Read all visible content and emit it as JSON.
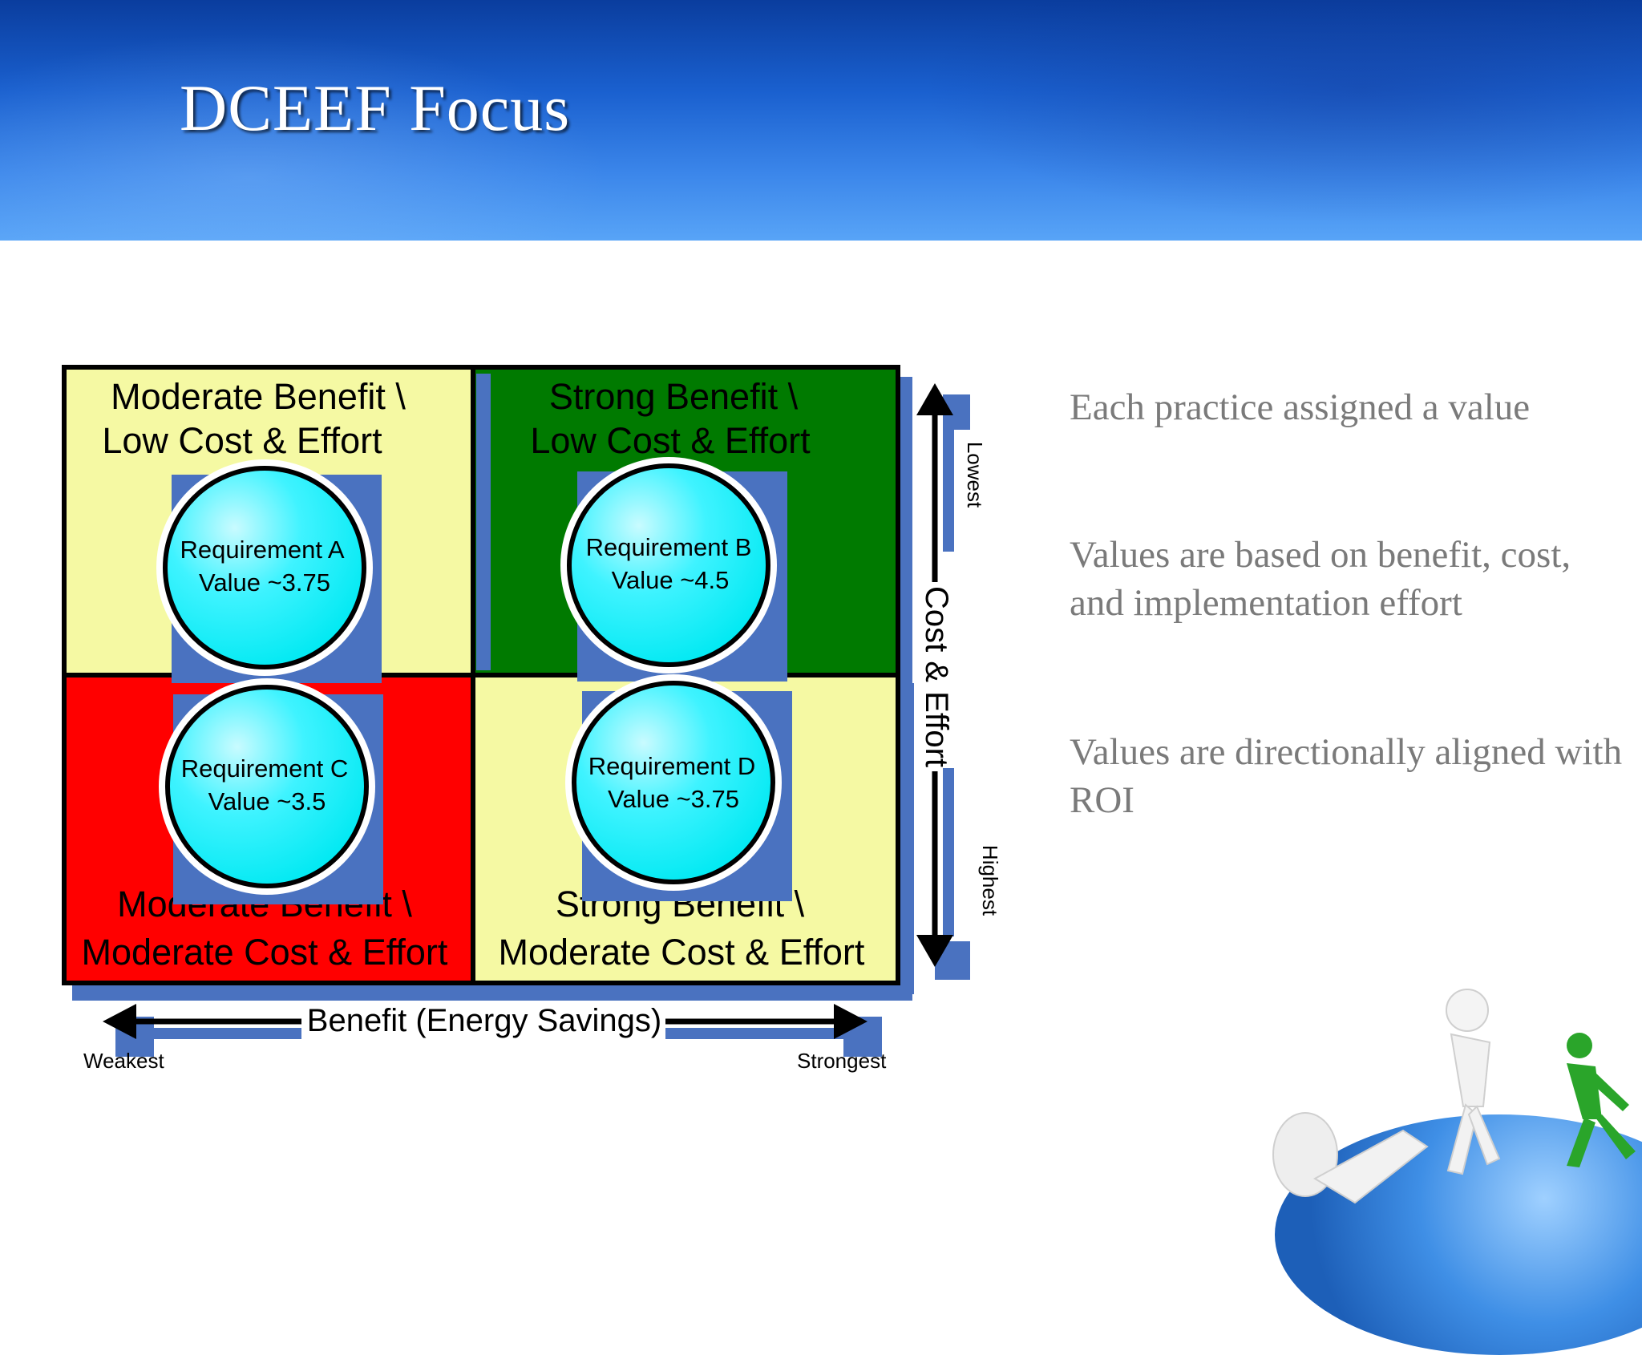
{
  "slide": {
    "title": "DCEEF Focus"
  },
  "quadrants": [
    {
      "id": "top-left",
      "line1": "Moderate Benefit  \\",
      "line2": "Low Cost  & Effort",
      "color": "#f5f9a3"
    },
    {
      "id": "top-right",
      "line1": "Strong Benefit  \\",
      "line2": "Low Cost  & Effort",
      "color": "#007a00"
    },
    {
      "id": "bottom-left",
      "line1": "Moderate Benefit  \\",
      "line2": "Moderate Cost  & Effort",
      "color": "#ff0000"
    },
    {
      "id": "bottom-right",
      "line1": "Strong Benefit  \\",
      "line2": "Moderate Cost  & Effort",
      "color": "#f5f9a3"
    }
  ],
  "requirements": [
    {
      "name": "Requirement A",
      "value": "Value ~3.75"
    },
    {
      "name": "Requirement B",
      "value": "Value ~4.5"
    },
    {
      "name": "Requirement C",
      "value": "Value ~3.5"
    },
    {
      "name": "Requirement D",
      "value": "Value ~3.75"
    }
  ],
  "axes": {
    "x_label": "Benefit (Energy Savings)",
    "x_low": "Weakest",
    "x_high": "Strongest",
    "y_label": "Cost & Effort",
    "y_top": "Lowest",
    "y_bottom": "Highest"
  },
  "bullets": [
    "Each practice assigned a value",
    "Values are based on benefit, cost, and implementation effort",
    "Values are directionally aligned with ROI"
  ],
  "colors": {
    "accent_blue": "#4a72c0",
    "circle": "#2ef2ff",
    "header": "#1a60cf"
  },
  "decorations": [
    "globe-icon",
    "person-white-icon",
    "person-green-icon"
  ]
}
